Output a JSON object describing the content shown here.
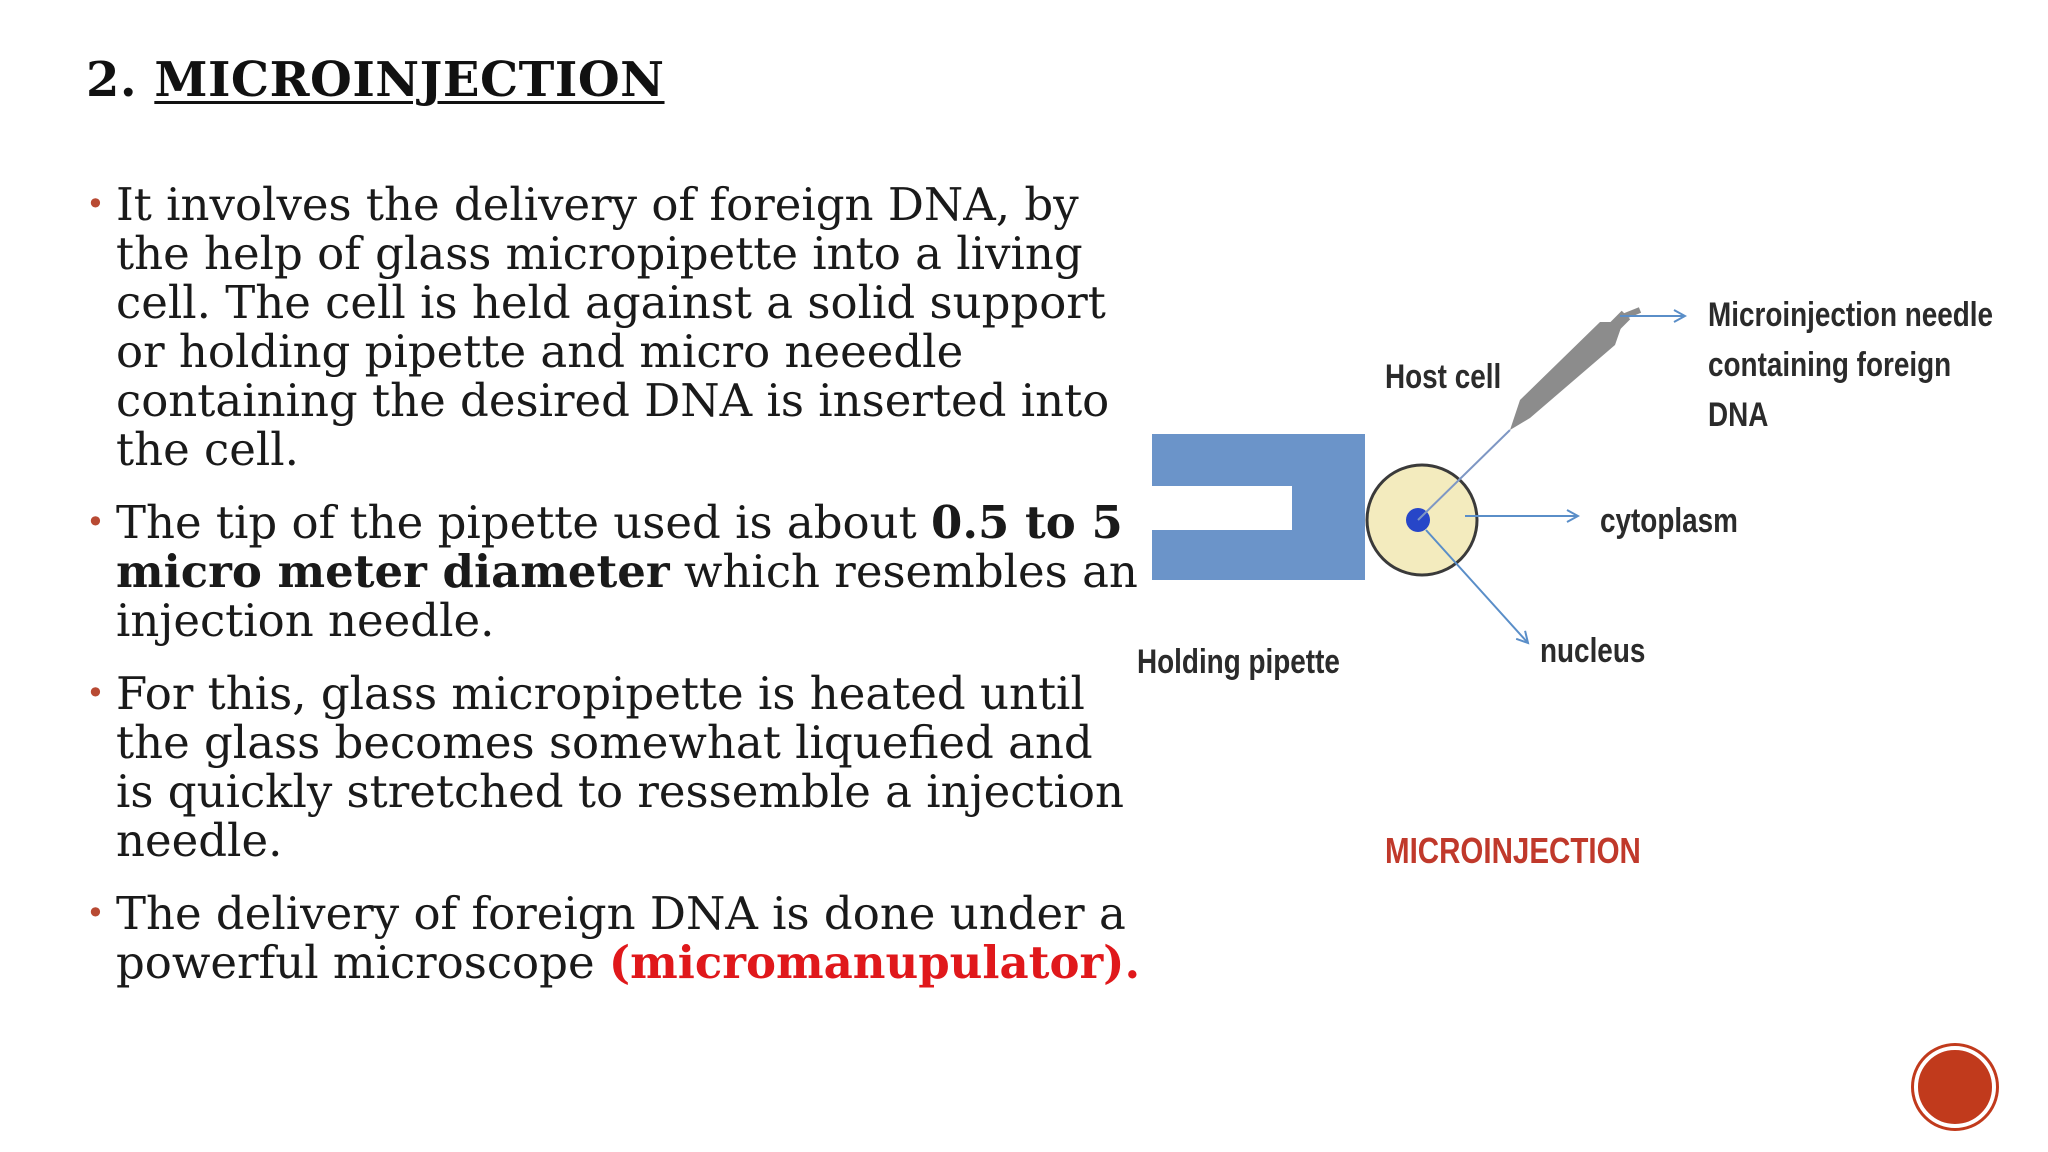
{
  "slide": {
    "number": "2.",
    "heading": "MICROINJECTION",
    "bullets": [
      {
        "text": "It involves the delivery of foreign DNA, by the help of glass micropipette into a living cell. The cell is held against a solid support or holding pipette and micro neeedle containing the desired DNA is inserted into the cell."
      },
      {
        "pre": "The tip of the pipette used is about ",
        "bold": "0.5 to 5 micro meter diameter",
        "post": " which resembles an injection needle."
      },
      {
        "text": "For this, glass micropipette is heated until the glass becomes somewhat liquefied and is quickly stretched to ressemble a injection needle."
      },
      {
        "pre": "The delivery of foreign DNA is done under a powerful microscope ",
        "red": "(micromanupulator)."
      }
    ],
    "bullet_glyph": "•"
  },
  "diagram": {
    "labels": {
      "needle_line1": "Microinjection needle",
      "needle_line2": "containing foreign",
      "needle_line3": "DNA",
      "host_cell": "Host cell",
      "cytoplasm": "cytoplasm",
      "nucleus": "nucleus",
      "holding_pipette": "Holding pipette",
      "caption": "MICROINJECTION"
    },
    "colors": {
      "pipette": "#6b94c9",
      "cytoplasm": "#f3ebbe",
      "nucleus": "#2746c8",
      "needle": "#8c8c8c",
      "arrow": "#5a8ec8",
      "caption": "#c0392b"
    }
  },
  "colors": {
    "accent": "#c13a1c",
    "bullet": "#b84a33",
    "highlight": "#e0181b"
  }
}
